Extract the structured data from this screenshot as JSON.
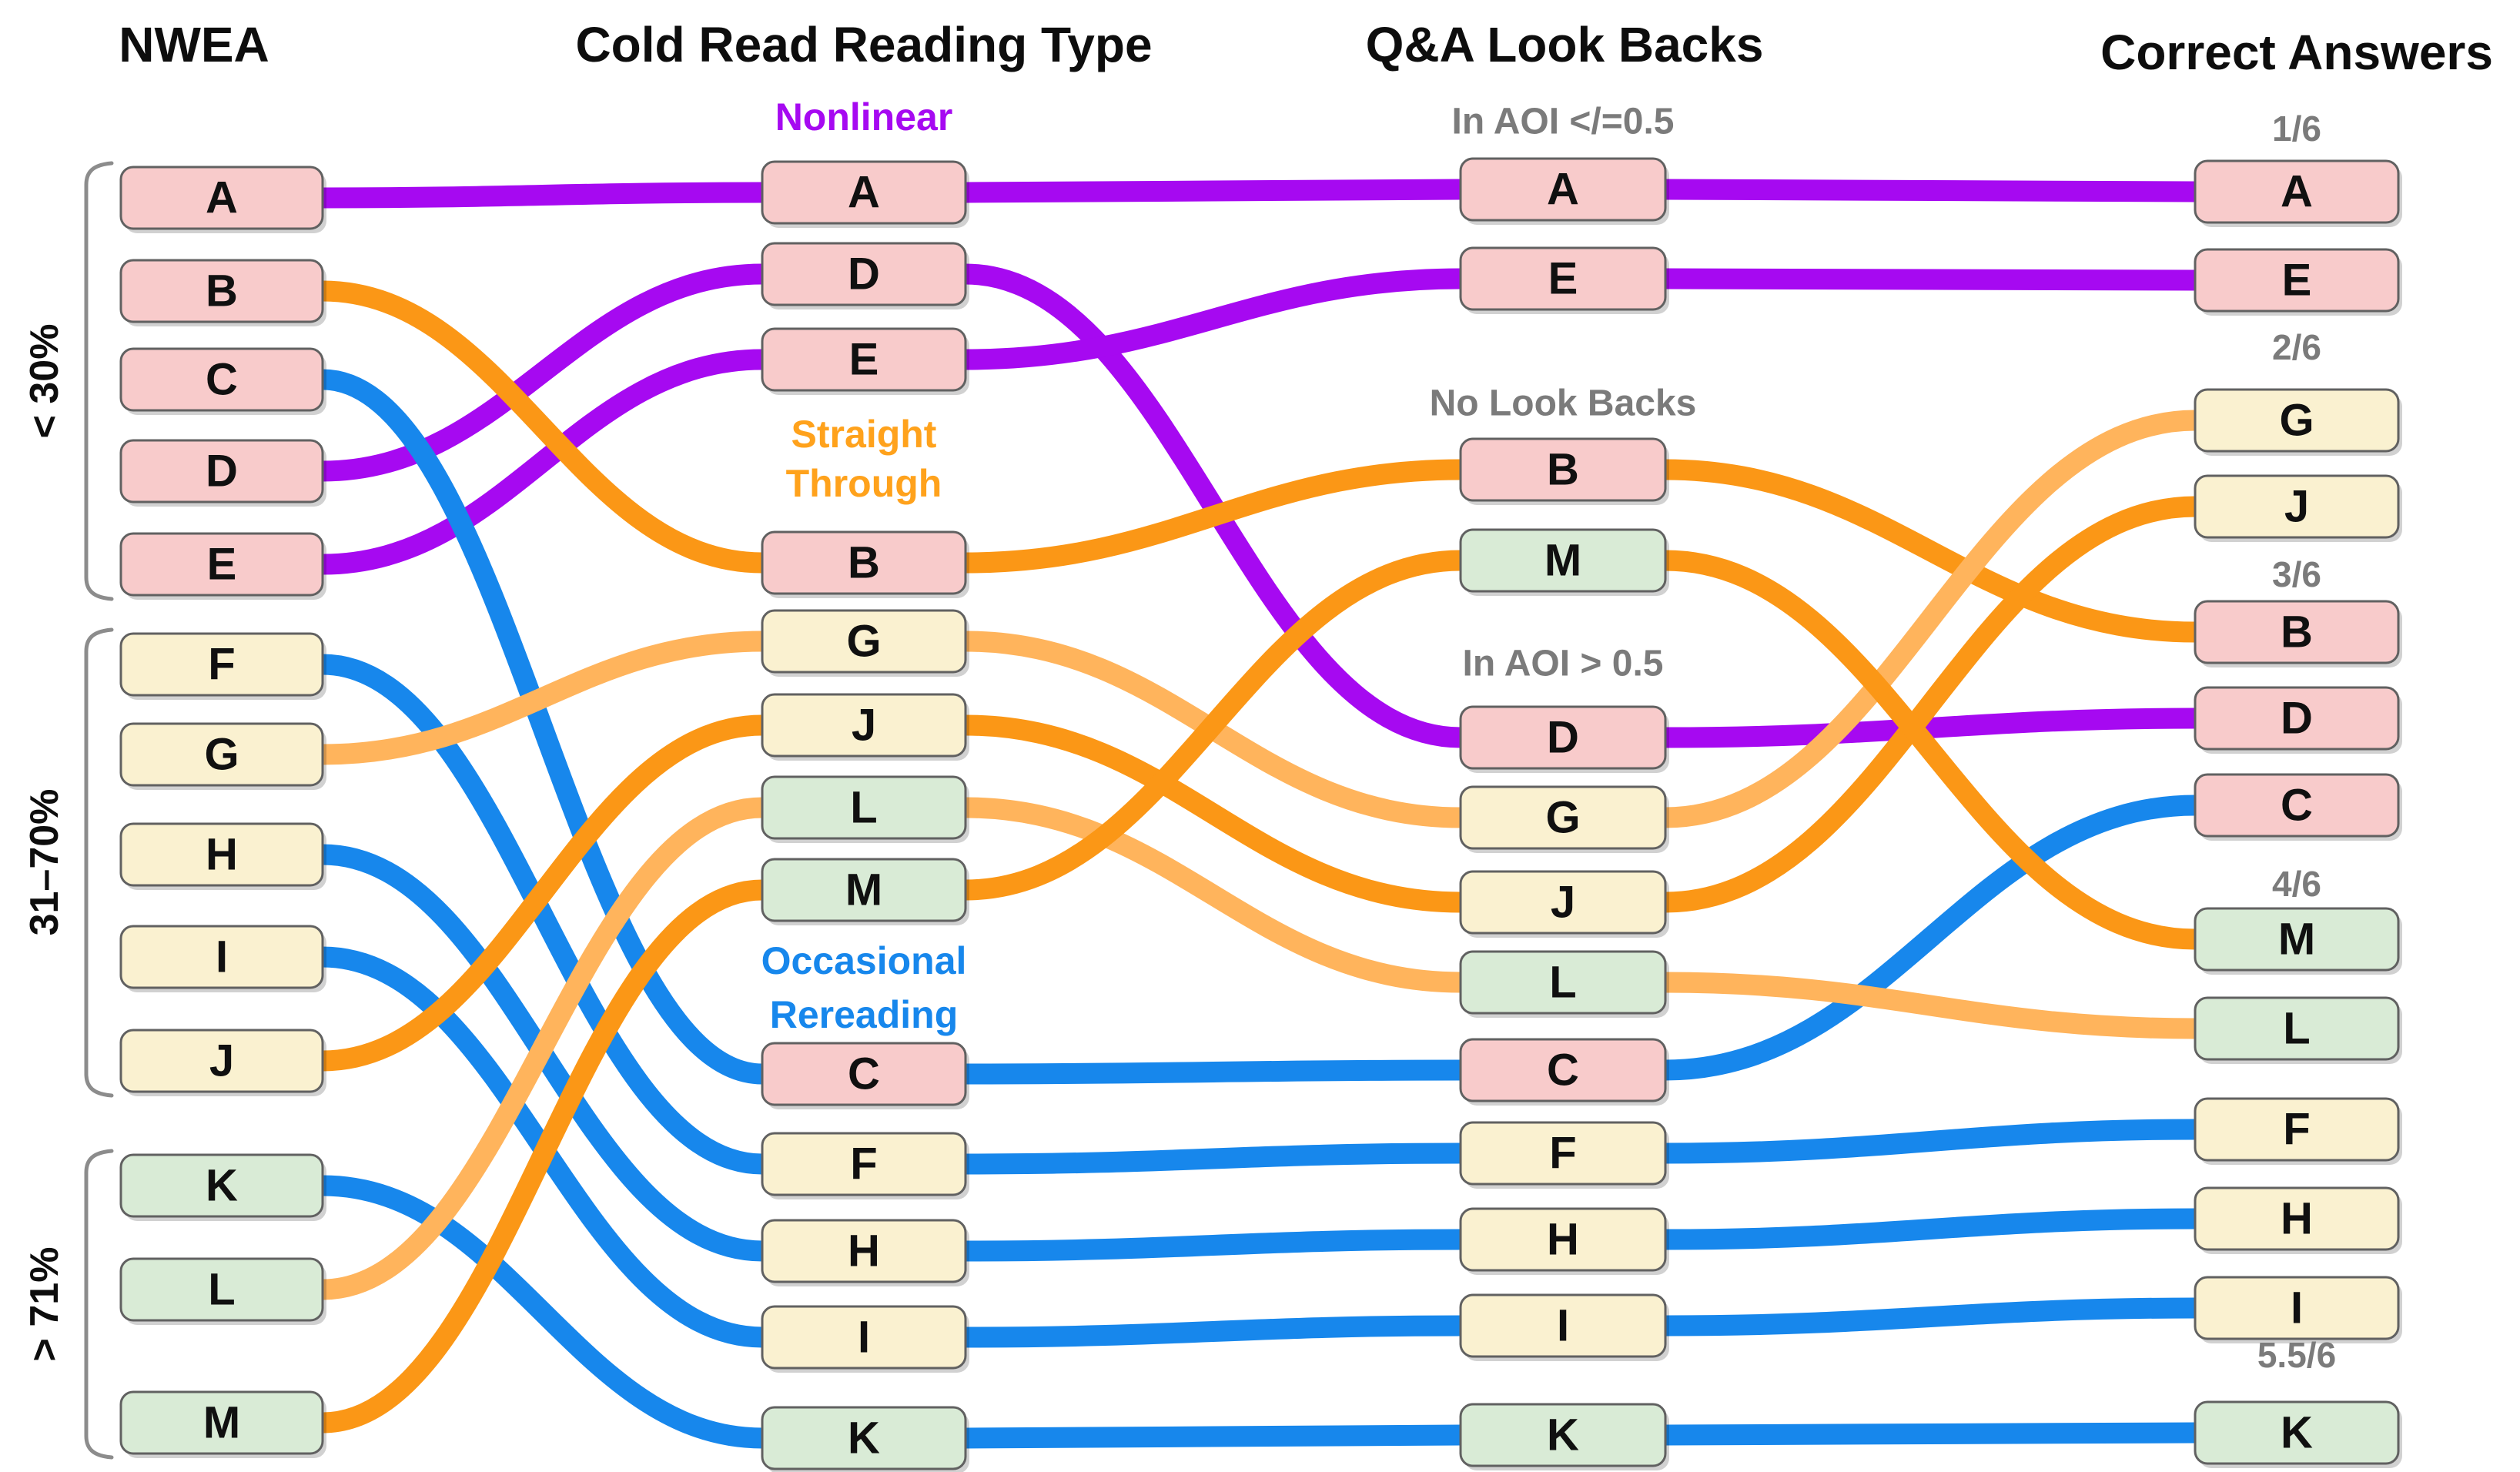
{
  "colors": {
    "nonlinear": "#A609F1",
    "occasional_rereading": "#1787EC",
    "straight_through": "#FB9716",
    "straight_through_light": "#FFB45C",
    "node_pink": "#F8CBCB",
    "node_cream": "#FAF1D0",
    "node_green": "#D9EBD6",
    "node_border": "#616161",
    "label_gray": "#7B7B7B",
    "bracket_gray": "#8C8C8C",
    "header_black": "#0D0D0D"
  },
  "columns": [
    {
      "key": "nwea",
      "title": "NWEA",
      "brackets": [
        {
          "label": "< 30%",
          "nodes": [
            "A",
            "B",
            "C",
            "D",
            "E"
          ]
        },
        {
          "label": "31–70%",
          "nodes": [
            "F",
            "G",
            "H",
            "I",
            "J"
          ]
        },
        {
          "label": "> 71%",
          "nodes": [
            "K",
            "L",
            "M"
          ]
        }
      ]
    },
    {
      "key": "cold_read",
      "title": "Cold Read Reading Type",
      "sections": [
        {
          "label": "Nonlinear",
          "label_lines": [
            "Nonlinear"
          ],
          "color_key": "nonlinear",
          "nodes": [
            "A",
            "D",
            "E"
          ]
        },
        {
          "label": "Straight Through",
          "label_lines": [
            "Straight",
            "Through"
          ],
          "color_key": "straight_through",
          "nodes": [
            "B",
            "G",
            "J",
            "L",
            "M"
          ]
        },
        {
          "label": "Occasional Rereading",
          "label_lines": [
            "Occasional",
            "Rereading"
          ],
          "color_key": "occasional_rereading",
          "nodes": [
            "C",
            "F",
            "H",
            "I",
            "K"
          ]
        }
      ]
    },
    {
      "key": "qa",
      "title": "Q&A Look Backs",
      "sections": [
        {
          "label": "In AOI </=0.5",
          "nodes": [
            "A",
            "E"
          ]
        },
        {
          "label": "No Look Backs",
          "nodes": [
            "B",
            "M"
          ]
        },
        {
          "label": "In AOI > 0.5",
          "nodes": [
            "D",
            "G",
            "J",
            "L",
            "C",
            "F",
            "H",
            "I",
            "K"
          ]
        }
      ]
    },
    {
      "key": "correct",
      "title": "Correct Answers",
      "sections": [
        {
          "label": "1/6",
          "nodes": [
            "A",
            "E"
          ]
        },
        {
          "label": "2/6",
          "nodes": [
            "G",
            "J"
          ]
        },
        {
          "label": "3/6",
          "nodes": [
            "B",
            "D",
            "C"
          ]
        },
        {
          "label": "4/6",
          "nodes": [
            "M",
            "L"
          ]
        },
        {
          "label": "",
          "nodes": [
            "F",
            "H",
            "I"
          ]
        },
        {
          "label": "5.5/6",
          "nodes": [
            "K"
          ]
        }
      ]
    }
  ],
  "node_fill_by_letter": {
    "A": "node_pink",
    "B": "node_pink",
    "C": "node_pink",
    "D": "node_pink",
    "E": "node_pink",
    "F": "node_cream",
    "G": "node_cream",
    "H": "node_cream",
    "I": "node_cream",
    "J": "node_cream",
    "K": "node_green",
    "L": "node_green",
    "M": "node_green"
  },
  "reading_type_by_letter": {
    "A": "nonlinear",
    "D": "nonlinear",
    "E": "nonlinear",
    "B": "straight_through",
    "J": "straight_through",
    "M": "straight_through",
    "G": "straight_through_light",
    "L": "straight_through_light",
    "C": "occasional_rereading",
    "F": "occasional_rereading",
    "H": "occasional_rereading",
    "I": "occasional_rereading",
    "K": "occasional_rereading"
  },
  "links": [
    {
      "from": "nwea",
      "to": "cold_read",
      "letter": "A",
      "color_key": "nonlinear"
    },
    {
      "from": "nwea",
      "to": "cold_read",
      "letter": "B",
      "color_key": "straight_through"
    },
    {
      "from": "nwea",
      "to": "cold_read",
      "letter": "C",
      "color_key": "occasional_rereading"
    },
    {
      "from": "nwea",
      "to": "cold_read",
      "letter": "D",
      "color_key": "nonlinear"
    },
    {
      "from": "nwea",
      "to": "cold_read",
      "letter": "E",
      "color_key": "nonlinear"
    },
    {
      "from": "nwea",
      "to": "cold_read",
      "letter": "F",
      "color_key": "occasional_rereading"
    },
    {
      "from": "nwea",
      "to": "cold_read",
      "letter": "G",
      "color_key": "straight_through_light"
    },
    {
      "from": "nwea",
      "to": "cold_read",
      "letter": "H",
      "color_key": "occasional_rereading"
    },
    {
      "from": "nwea",
      "to": "cold_read",
      "letter": "I",
      "color_key": "occasional_rereading"
    },
    {
      "from": "nwea",
      "to": "cold_read",
      "letter": "J",
      "color_key": "straight_through"
    },
    {
      "from": "nwea",
      "to": "cold_read",
      "letter": "K",
      "color_key": "occasional_rereading"
    },
    {
      "from": "nwea",
      "to": "cold_read",
      "letter": "L",
      "color_key": "straight_through_light"
    },
    {
      "from": "nwea",
      "to": "cold_read",
      "letter": "M",
      "color_key": "straight_through"
    },
    {
      "from": "cold_read",
      "to": "qa",
      "letter": "A",
      "color_key": "nonlinear"
    },
    {
      "from": "cold_read",
      "to": "qa",
      "letter": "B",
      "color_key": "straight_through"
    },
    {
      "from": "cold_read",
      "to": "qa",
      "letter": "C",
      "color_key": "occasional_rereading"
    },
    {
      "from": "cold_read",
      "to": "qa",
      "letter": "D",
      "color_key": "nonlinear"
    },
    {
      "from": "cold_read",
      "to": "qa",
      "letter": "E",
      "color_key": "nonlinear"
    },
    {
      "from": "cold_read",
      "to": "qa",
      "letter": "F",
      "color_key": "occasional_rereading"
    },
    {
      "from": "cold_read",
      "to": "qa",
      "letter": "G",
      "color_key": "straight_through_light"
    },
    {
      "from": "cold_read",
      "to": "qa",
      "letter": "H",
      "color_key": "occasional_rereading"
    },
    {
      "from": "cold_read",
      "to": "qa",
      "letter": "I",
      "color_key": "occasional_rereading"
    },
    {
      "from": "cold_read",
      "to": "qa",
      "letter": "J",
      "color_key": "straight_through"
    },
    {
      "from": "cold_read",
      "to": "qa",
      "letter": "K",
      "color_key": "occasional_rereading"
    },
    {
      "from": "cold_read",
      "to": "qa",
      "letter": "L",
      "color_key": "straight_through_light"
    },
    {
      "from": "cold_read",
      "to": "qa",
      "letter": "M",
      "color_key": "straight_through"
    },
    {
      "from": "qa",
      "to": "correct",
      "letter": "A",
      "color_key": "nonlinear"
    },
    {
      "from": "qa",
      "to": "correct",
      "letter": "B",
      "color_key": "straight_through"
    },
    {
      "from": "qa",
      "to": "correct",
      "letter": "C",
      "color_key": "occasional_rereading"
    },
    {
      "from": "qa",
      "to": "correct",
      "letter": "D",
      "color_key": "nonlinear"
    },
    {
      "from": "qa",
      "to": "correct",
      "letter": "E",
      "color_key": "nonlinear"
    },
    {
      "from": "qa",
      "to": "correct",
      "letter": "F",
      "color_key": "occasional_rereading"
    },
    {
      "from": "qa",
      "to": "correct",
      "letter": "G",
      "color_key": "straight_through_light"
    },
    {
      "from": "qa",
      "to": "correct",
      "letter": "H",
      "color_key": "occasional_rereading"
    },
    {
      "from": "qa",
      "to": "correct",
      "letter": "I",
      "color_key": "occasional_rereading"
    },
    {
      "from": "qa",
      "to": "correct",
      "letter": "J",
      "color_key": "straight_through"
    },
    {
      "from": "qa",
      "to": "correct",
      "letter": "K",
      "color_key": "occasional_rereading"
    },
    {
      "from": "qa",
      "to": "correct",
      "letter": "L",
      "color_key": "straight_through_light"
    },
    {
      "from": "qa",
      "to": "correct",
      "letter": "M",
      "color_key": "straight_through"
    }
  ]
}
